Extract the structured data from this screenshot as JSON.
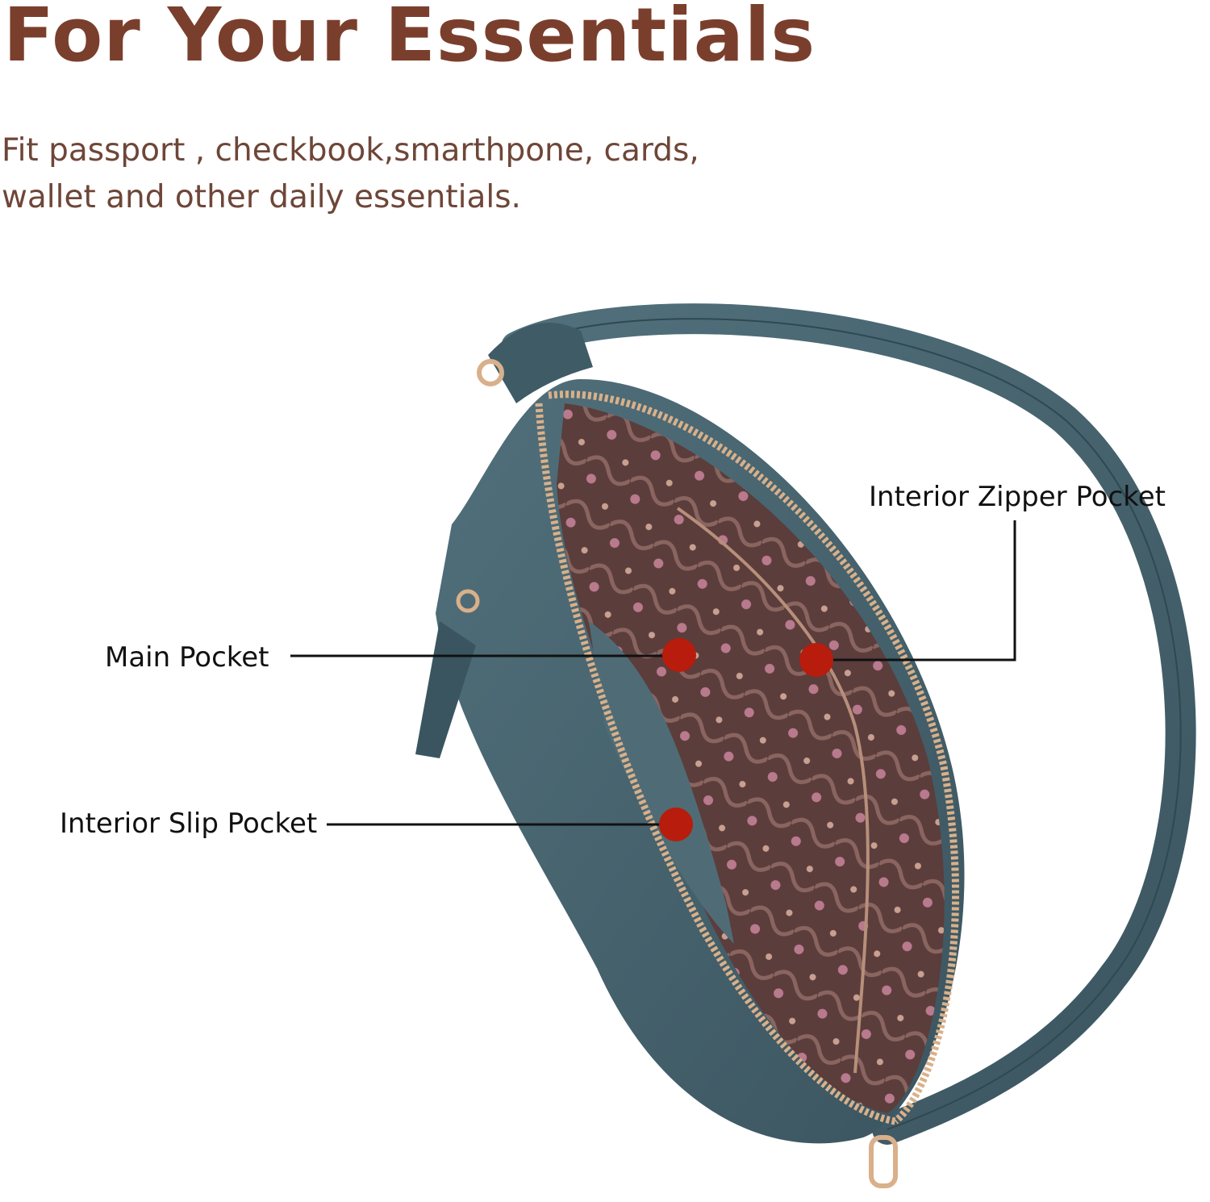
{
  "heading": {
    "title": "For Your Essentials",
    "description_line1": "Fit passport , checkbook,smarthpone, cards,",
    "description_line2": "wallet and other daily essentials."
  },
  "callouts": {
    "interior_zipper_pocket": "Interior Zipper Pocket",
    "main_pocket": "Main Pocket",
    "interior_slip_pocket": "Interior Slip Pocket"
  },
  "colors": {
    "heading": "#7a3f2c",
    "subtitle": "#6e4638",
    "bag_leather": "#45606b",
    "bag_leather_dark": "#2e444d",
    "lining": "#5a3b3a",
    "marker_dot": "#b81c0c",
    "leader_line": "#111111",
    "hardware_gold": "#d9b08a"
  },
  "icons": {
    "marker": "red-dot-marker-icon"
  }
}
